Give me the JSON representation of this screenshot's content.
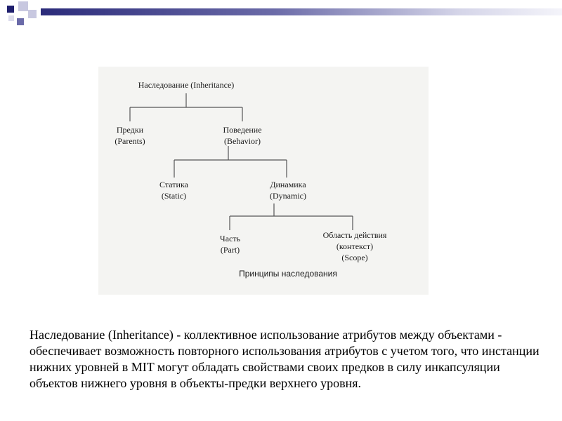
{
  "theme": {
    "accent": "#2b2b7a",
    "line": "#555555"
  },
  "diagram": {
    "root": {
      "line1": "Наследование (Inheritance)"
    },
    "parents": {
      "line1": "Предки",
      "line2": "(Parents)"
    },
    "behavior": {
      "line1": "Поведение",
      "line2": "(Behavior)"
    },
    "static": {
      "line1": "Статика",
      "line2": "(Static)"
    },
    "dynamic": {
      "line1": "Динамика",
      "line2": "(Dynamic)"
    },
    "part": {
      "line1": "Часть",
      "line2": "(Part)"
    },
    "scope": {
      "line1": "Область действия",
      "line2": "(контекст)",
      "line3": "(Scope)"
    },
    "caption": "Принципы наследования"
  },
  "description": "Наследование (Inheritance) - коллективное использование атрибутов между объектами - обеспечивает возможность повторного использования атрибутов с учетом того, что инстанции нижних уровней в MIT могут обладать свойствами своих предков в силу инкапсуляции объектов нижнего уровня в объекты-предки верхнего уровня."
}
